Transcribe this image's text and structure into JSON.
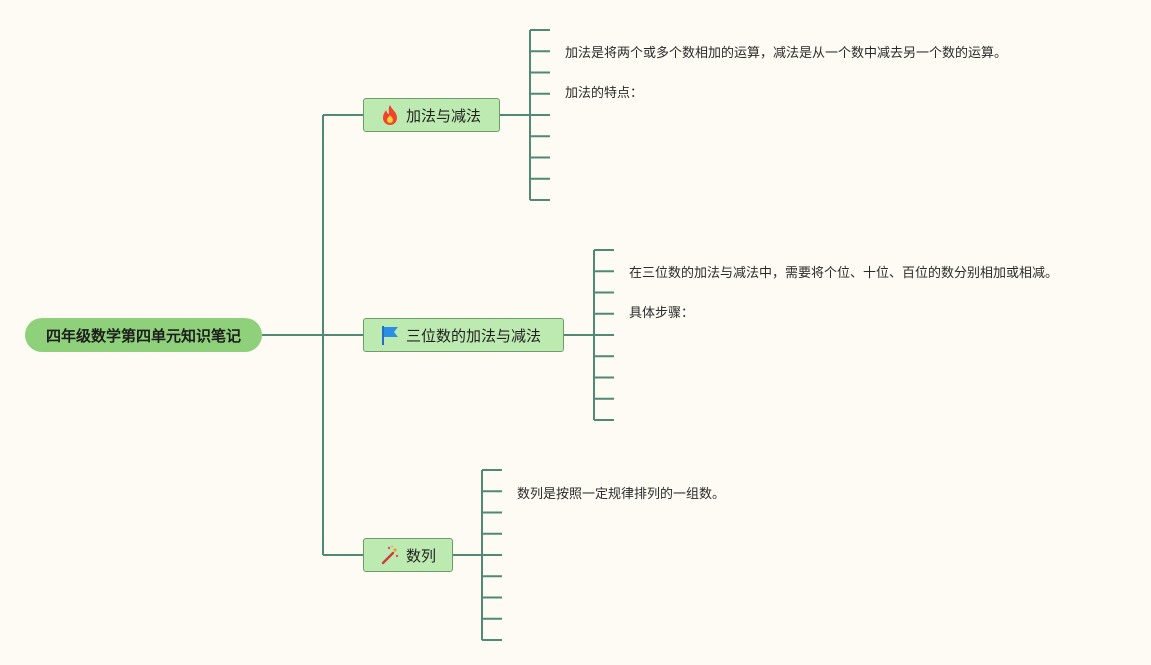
{
  "root": {
    "title": "四年级数学第四单元知识笔记"
  },
  "branches": [
    {
      "label": "加法与减法",
      "icon": "fire-icon",
      "leaves": [
        "加法是将两个或多个数相加的运算，减法是从一个数中减去另一个数的运算。",
        "加法的特点："
      ]
    },
    {
      "label": "三位数的加法与减法",
      "icon": "blue-flag-icon",
      "leaves": [
        "在三位数的加法与减法中，需要将个位、十位、百位的数分别相加或相减。",
        "具体步骤："
      ]
    },
    {
      "label": "数列",
      "icon": "magic-wand-icon",
      "leaves": [
        "数列是按照一定规律排列的一组数。"
      ]
    }
  ],
  "colors": {
    "background": "#fdfbf3",
    "connector": "#4f8a75",
    "root_fill": "#8fd07a",
    "branch_fill": "#bdeab0"
  }
}
